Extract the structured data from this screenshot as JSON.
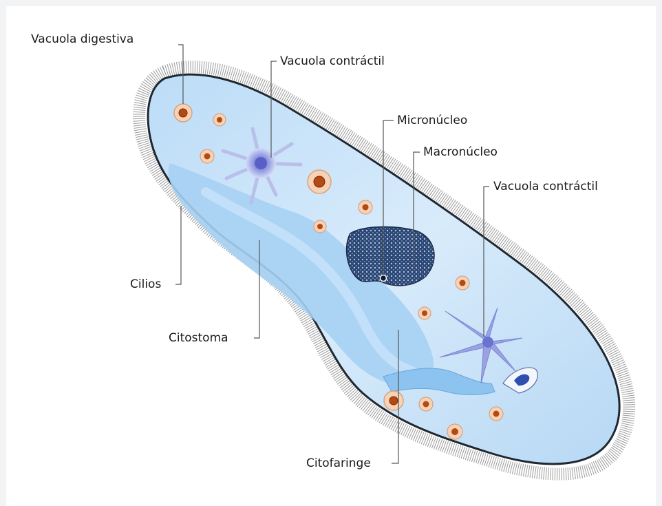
{
  "labels": {
    "vacuola_digestiva": "Vacuola digestiva",
    "vacuola_contractil_1": "Vacuola contráctil",
    "micronucleo": "Micronúcleo",
    "macronucleo": "Macronúcleo",
    "vacuola_contractil_2": "Vacuola contráctil",
    "cilios": "Cilios",
    "citostoma": "Citostoma",
    "citofaringe": "Citofaringe"
  },
  "colors": {
    "membrane": "#1f2730",
    "cytoplasm": "#cfe6fb",
    "oral_groove": "#a8d4f6",
    "vacuole_ring": "#e8a77a",
    "vacuole_core": "#b34a12",
    "contractile_vacuole": "#7c86d6",
    "nucleus": "#243a63",
    "cilia": "#8a8a8a"
  }
}
